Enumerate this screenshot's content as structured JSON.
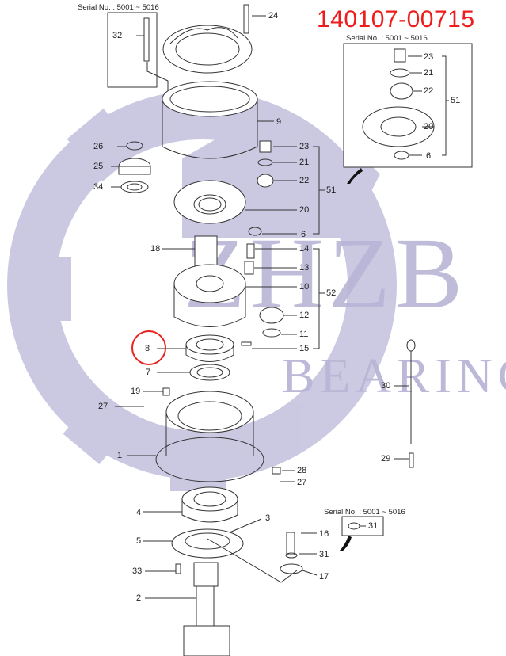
{
  "header": {
    "part_number": "140107-00715",
    "part_number_color": "#ee1c1c"
  },
  "watermark": {
    "brand": "ZHZB",
    "subtitle": "BEARINGS",
    "color": "#b9b5d6",
    "gear-icon": "gear"
  },
  "insets": [
    {
      "serial": "Serial No. : 5001 ~ 5016",
      "contains": [
        "32"
      ]
    },
    {
      "serial": "Serial No. : 5001 ~ 5016",
      "contains": [
        "23",
        "21",
        "22",
        "20",
        "6",
        "51"
      ]
    },
    {
      "serial": "Serial No. : 5001 ~ 5016",
      "contains": [
        "31"
      ]
    }
  ],
  "highlight": {
    "target_callout": "8",
    "color": "#e8231f"
  },
  "callouts": {
    "c24": "24",
    "c32": "32",
    "c9": "9",
    "c26": "26",
    "c25": "25",
    "c34": "34",
    "c23": "23",
    "c21": "21",
    "c22": "22",
    "c51": "51",
    "c20": "20",
    "c6": "6",
    "c18": "18",
    "c14": "14",
    "c13": "13",
    "c10": "10",
    "c52": "52",
    "c12": "12",
    "c11": "11",
    "c15": "15",
    "c8": "8",
    "c7": "7",
    "c19": "19",
    "c27a": "27",
    "c1": "1",
    "c28": "28",
    "c27b": "27",
    "c4": "4",
    "c3": "3",
    "c5": "5",
    "c33": "33",
    "c2": "2",
    "c16": "16",
    "c31a": "31",
    "c17": "17",
    "c30": "30",
    "c29": "29",
    "i23": "23",
    "i21": "21",
    "i22": "22",
    "i51": "51",
    "i20": "20",
    "i6": "6",
    "i31": "31"
  }
}
